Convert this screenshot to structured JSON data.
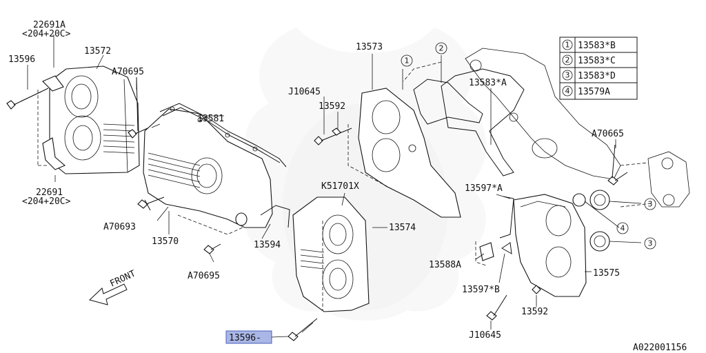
{
  "diagram": {
    "labels": {
      "22691A": "22691A",
      "22691A_sub": "<204+20C>",
      "13596_a": "13596",
      "13572": "13572",
      "A70695_a": "A70695",
      "13581": "13581",
      "22691": "22691",
      "22691_sub": "<204+20C>",
      "A70693": "A70693",
      "13570": "13570",
      "13594": "13594",
      "A70695_b": "A70695",
      "13573": "13573",
      "J10645_a": "J10645",
      "13592_a": "13592",
      "13583_A": "13583*A",
      "K51701X": "K51701X",
      "13574": "13574",
      "A70665": "A70665",
      "13597_A": "13597*A",
      "13588A": "13588A",
      "13597_B": "13597*B",
      "13575": "13575",
      "13592_b": "13592",
      "J10645_b": "J10645",
      "13596_highlight": "13596-",
      "front": "FRONT",
      "diagram_id": "A022001156"
    },
    "legend": [
      {
        "num": "1",
        "part": "13583*B"
      },
      {
        "num": "2",
        "part": "13583*C"
      },
      {
        "num": "3",
        "part": "13583*D"
      },
      {
        "num": "4",
        "part": "13579A"
      }
    ],
    "callouts": {
      "c1": "1",
      "c2": "2",
      "c3a": "3",
      "c3b": "3",
      "c4": "4"
    },
    "colors": {
      "highlight_fill": "#a9b6e6",
      "highlight_stroke": "#4a5fb8",
      "line": "#111111",
      "watermark": "#e9e9e9"
    }
  }
}
